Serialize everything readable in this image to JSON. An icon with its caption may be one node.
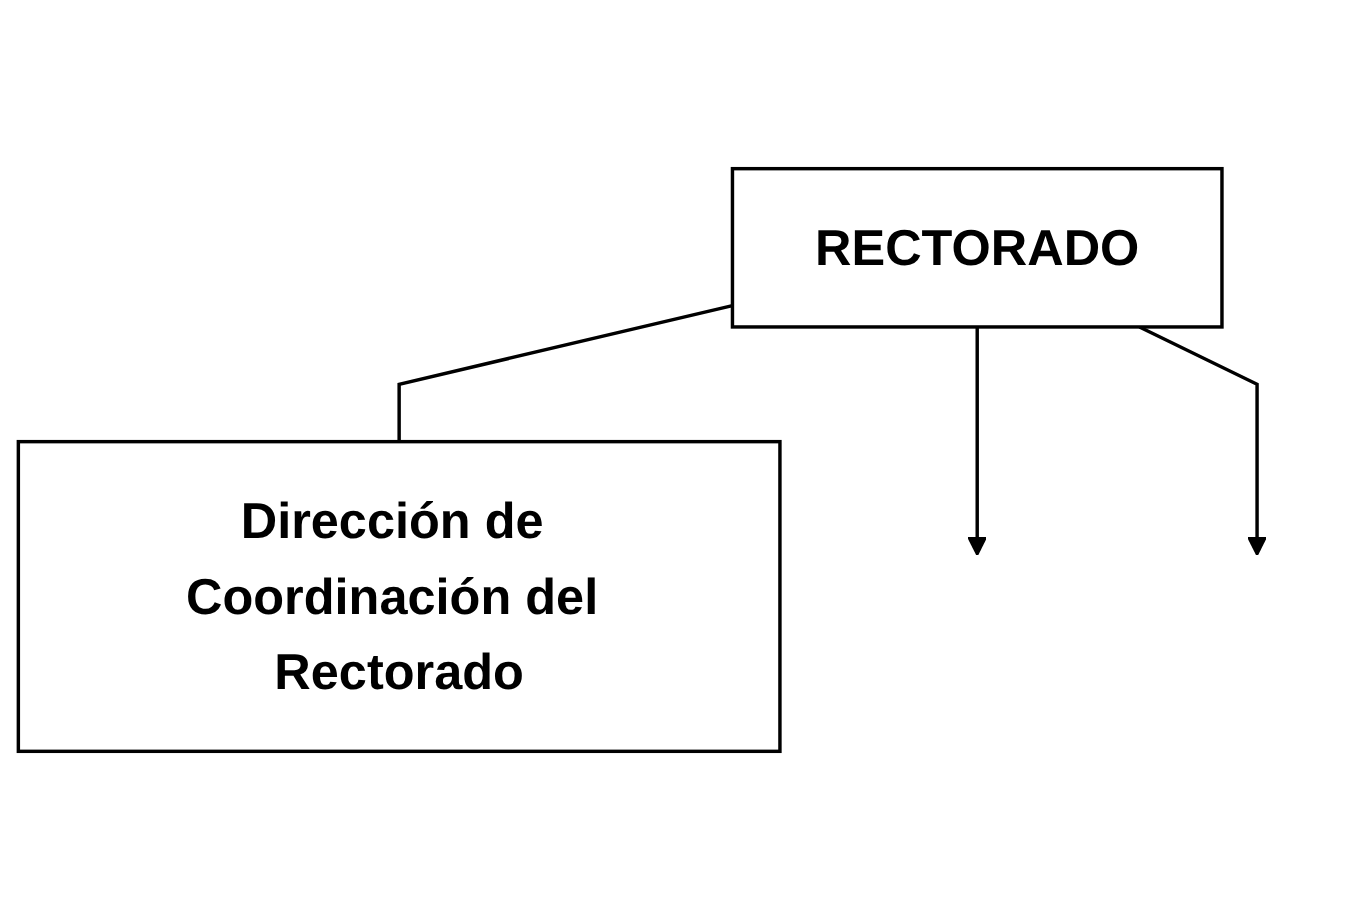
{
  "diagram": {
    "nodes": [
      {
        "text": [
          "RECTORADO"
        ]
      },
      {
        "text": [
          "Dirección de Coordinación del Rectorado"
        ]
      }
    ],
    "edges": [
      {
        "from": 0,
        "to": 1,
        "arrow": "none"
      },
      {
        "from": 0,
        "to": null,
        "arrow": "to"
      },
      {
        "from": 0,
        "to": null,
        "arrow": "to"
      }
    ]
  }
}
